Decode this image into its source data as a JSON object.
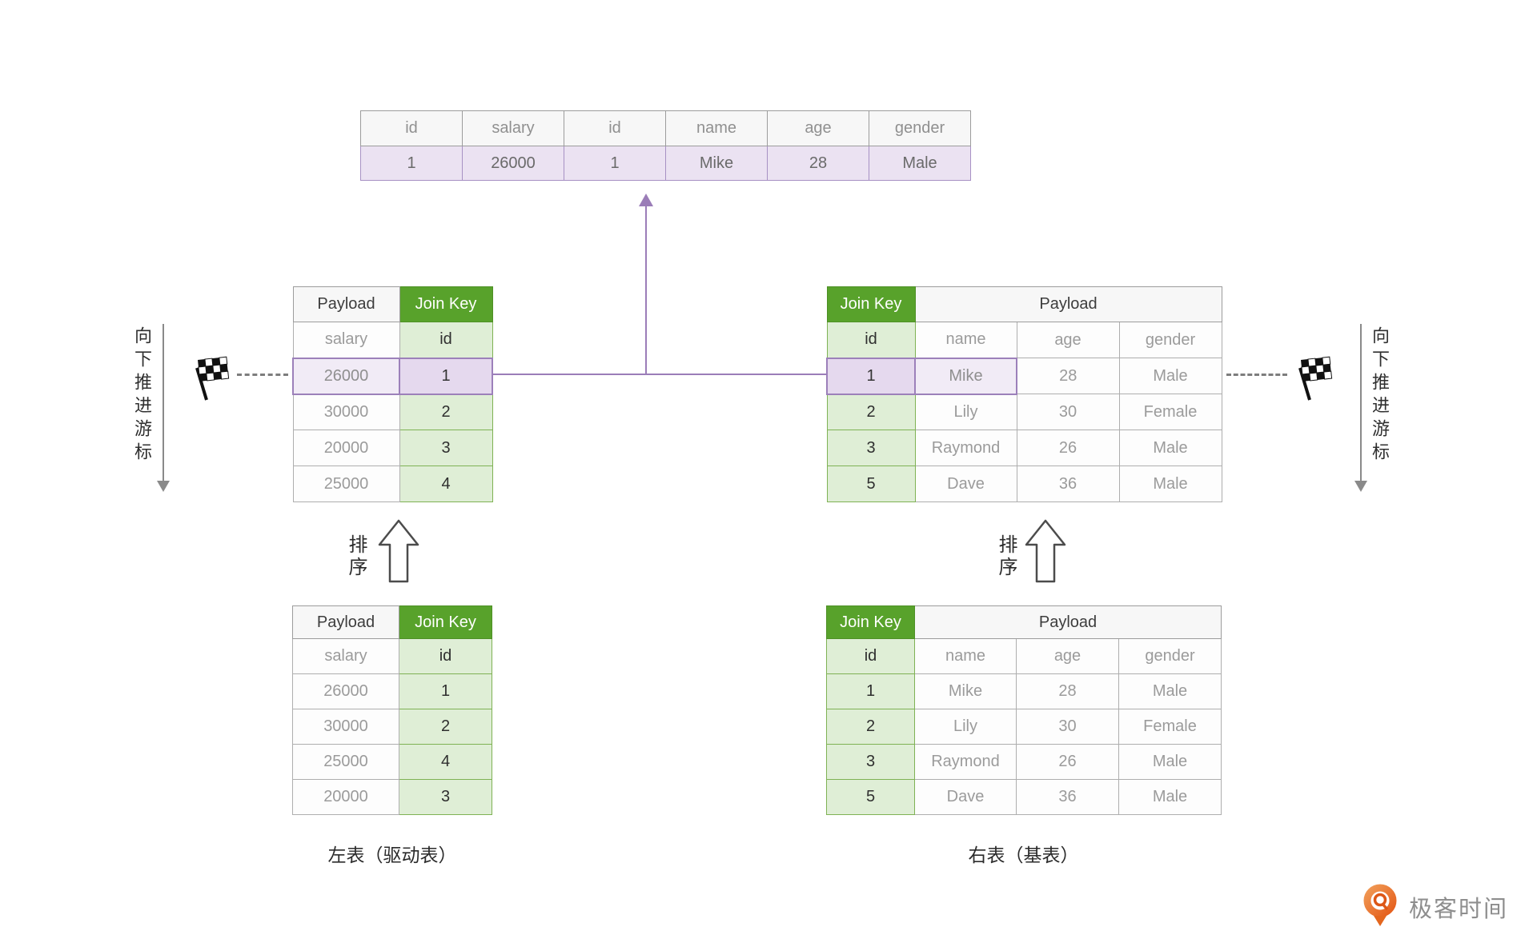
{
  "result_table": {
    "headers": [
      "id",
      "salary",
      "id",
      "name",
      "age",
      "gender"
    ],
    "row": [
      "1",
      "26000",
      "1",
      "Mike",
      "28",
      "Male"
    ]
  },
  "left_mid_table": {
    "payload_header": "Payload",
    "join_key_header": "Join Key",
    "rows": [
      [
        "salary",
        "id"
      ],
      [
        "26000",
        "1"
      ],
      [
        "30000",
        "2"
      ],
      [
        "20000",
        "3"
      ],
      [
        "25000",
        "4"
      ]
    ]
  },
  "right_mid_table": {
    "join_key_header": "Join Key",
    "payload_header": "Payload",
    "rows": [
      [
        "id",
        "name",
        "age",
        "gender"
      ],
      [
        "1",
        "Mike",
        "28",
        "Male"
      ],
      [
        "2",
        "Lily",
        "30",
        "Female"
      ],
      [
        "3",
        "Raymond",
        "26",
        "Male"
      ],
      [
        "5",
        "Dave",
        "36",
        "Male"
      ]
    ]
  },
  "left_bottom_table": {
    "payload_header": "Payload",
    "join_key_header": "Join Key",
    "rows": [
      [
        "salary",
        "id"
      ],
      [
        "26000",
        "1"
      ],
      [
        "30000",
        "2"
      ],
      [
        "25000",
        "4"
      ],
      [
        "20000",
        "3"
      ]
    ],
    "caption": "左表（驱动表）"
  },
  "right_bottom_table": {
    "join_key_header": "Join Key",
    "payload_header": "Payload",
    "rows": [
      [
        "id",
        "name",
        "age",
        "gender"
      ],
      [
        "1",
        "Mike",
        "28",
        "Male"
      ],
      [
        "2",
        "Lily",
        "30",
        "Female"
      ],
      [
        "3",
        "Raymond",
        "26",
        "Male"
      ],
      [
        "5",
        "Dave",
        "36",
        "Male"
      ]
    ],
    "caption": "右表（基表）"
  },
  "annotations": {
    "cursor_label_left": "向下推进游标",
    "cursor_label_right": "向下推进游标",
    "sort_label_left": "排序",
    "sort_label_right": "排序",
    "flag_icon": "checkered-flag"
  },
  "footer": {
    "logo_text": "极客时间"
  },
  "colors": {
    "join_key_green": "#58a22b",
    "join_key_cell_green": "#dfeed6",
    "highlight_purple_border": "#9c80ba",
    "highlight_purple_light": "#f1ebf6",
    "highlight_purple_dark": "#e5d9ee",
    "result_row_purple": "#ebe2f2",
    "logo_orange": "#e8641f"
  }
}
